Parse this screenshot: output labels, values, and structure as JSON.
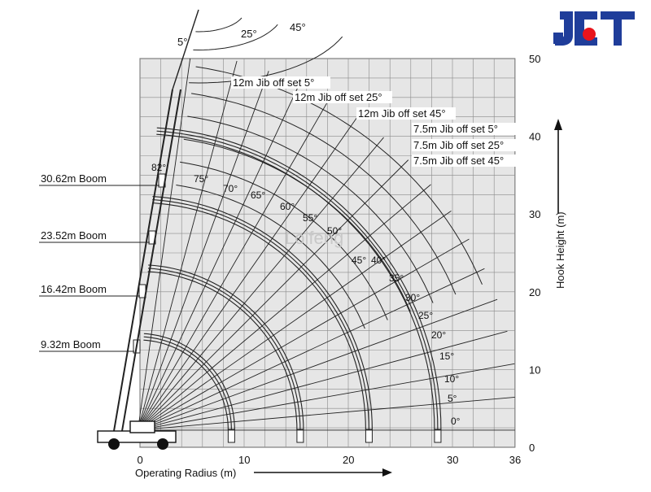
{
  "brand": {
    "logo_text": "JCT",
    "accent_red": "#e8141c",
    "accent_blue": "#1f3d9a"
  },
  "watermark": "Lolfeng",
  "axes": {
    "x_title": "Operating Radius (m)",
    "y_title": "Hook Height (m)",
    "x_ticks": [
      {
        "v": 0,
        "label": "0"
      },
      {
        "v": 10,
        "label": "10"
      },
      {
        "v": 20,
        "label": "20"
      },
      {
        "v": 30,
        "label": "30"
      },
      {
        "v": 36,
        "label": "36"
      }
    ],
    "y_ticks": [
      {
        "v": 0,
        "label": "0"
      },
      {
        "v": 10,
        "label": "10"
      },
      {
        "v": 20,
        "label": "20"
      },
      {
        "v": 30,
        "label": "30"
      },
      {
        "v": 40,
        "label": "40"
      },
      {
        "v": 50,
        "label": "50"
      }
    ],
    "x_range": [
      0,
      36
    ],
    "y_range": [
      0,
      50
    ],
    "grid": true
  },
  "booms": [
    {
      "label": "9.32m Boom",
      "length": 9.32
    },
    {
      "label": "16.42m Boom",
      "length": 16.42
    },
    {
      "label": "23.52m Boom",
      "length": 23.52
    },
    {
      "label": "30.62m Boom",
      "length": 30.62
    }
  ],
  "jibs": [
    {
      "label": "12m Jib off set 5°"
    },
    {
      "label": "12m Jib off set 25°"
    },
    {
      "label": "12m Jib off set 45°"
    },
    {
      "label": "7.5m Jib off set 5°"
    },
    {
      "label": "7.5m Jib off set 25°"
    },
    {
      "label": "7.5m Jib off set 45°"
    }
  ],
  "offset_labels": [
    "5°",
    "25°",
    "45°"
  ],
  "boom_angles": [
    {
      "deg": 82,
      "label": "82°"
    },
    {
      "deg": 75,
      "label": "75°"
    },
    {
      "deg": 70,
      "label": "70°"
    },
    {
      "deg": 65,
      "label": "65°"
    },
    {
      "deg": 60,
      "label": "60°"
    },
    {
      "deg": 55,
      "label": "55°"
    },
    {
      "deg": 50,
      "label": "50°"
    },
    {
      "deg": 45,
      "label": "45°"
    },
    {
      "deg": 40,
      "label": "40°"
    },
    {
      "deg": 35,
      "label": "35°"
    },
    {
      "deg": 30,
      "label": "30°"
    },
    {
      "deg": 25,
      "label": "25°"
    },
    {
      "deg": 20,
      "label": "20°"
    },
    {
      "deg": 15,
      "label": "15°"
    },
    {
      "deg": 10,
      "label": "10°"
    },
    {
      "deg": 5,
      "label": "5°"
    },
    {
      "deg": 0,
      "label": "0°"
    }
  ]
}
